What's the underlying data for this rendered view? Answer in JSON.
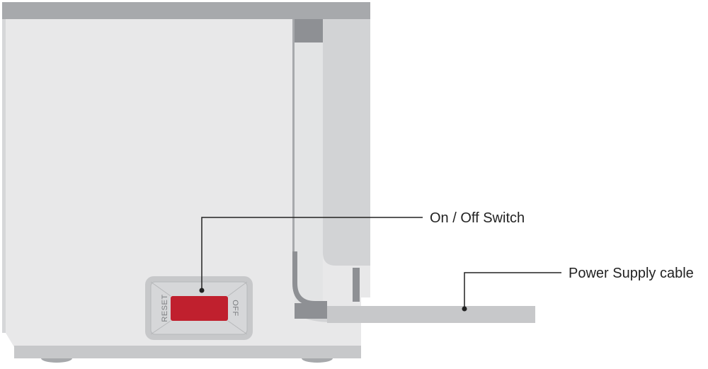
{
  "callouts": {
    "switch_label": "On / Off Switch",
    "cable_label": "Power Supply cable"
  },
  "switch": {
    "left_text": "RESET",
    "right_text": "OFF"
  },
  "colors": {
    "body": "#e8e8e9",
    "body_top": "#a7a9ac",
    "body_bottom": "#c7c8ca",
    "panel": "#d2d3d5",
    "dark": "#8e9094",
    "rocker": "#c0202e",
    "leader": "#222222"
  }
}
